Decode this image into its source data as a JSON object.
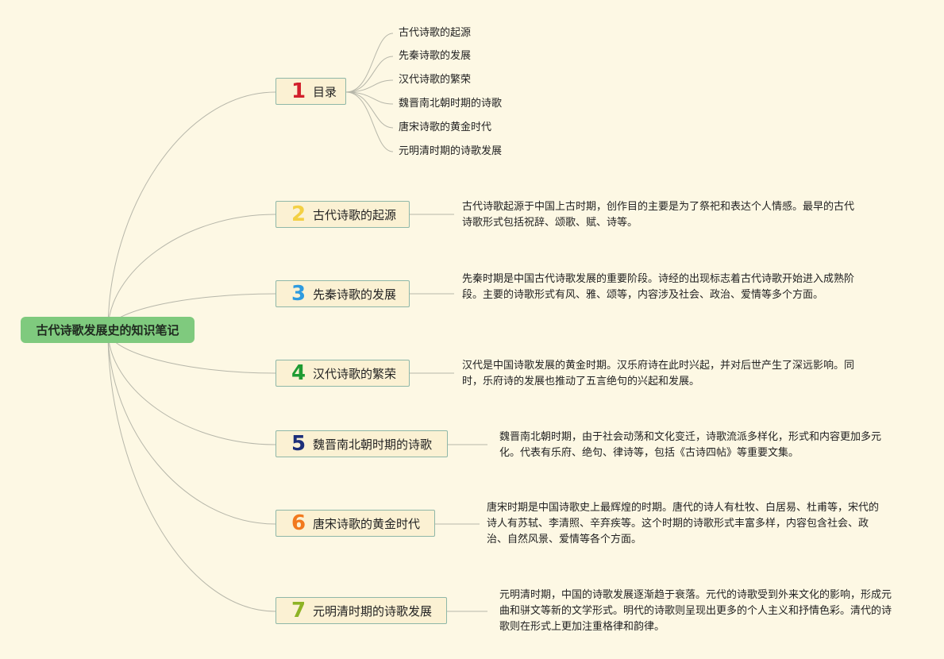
{
  "root": {
    "title": "古代诗歌发展史的知识笔记"
  },
  "colors": {
    "root_bg": "#7fca7e",
    "branch_bg": "#fbf1d3",
    "line": "#b7b7aa",
    "numbers": [
      "#d2202c",
      "#f3d044",
      "#2e9be0",
      "#1f9b33",
      "#1d2f7a",
      "#f2791e",
      "#8db325"
    ]
  },
  "branches": [
    {
      "num": "1",
      "label": "目录",
      "desc": ""
    },
    {
      "num": "2",
      "label": "古代诗歌的起源",
      "desc": "古代诗歌起源于中国上古时期，创作目的主要是为了祭祀和表达个人情感。最早的古代诗歌形式包括祝辞、颂歌、赋、诗等。"
    },
    {
      "num": "3",
      "label": "先秦诗歌的发展",
      "desc": "先秦时期是中国古代诗歌发展的重要阶段。诗经的出现标志着古代诗歌开始进入成熟阶段。主要的诗歌形式有风、雅、颂等，内容涉及社会、政治、爱情等多个方面。"
    },
    {
      "num": "4",
      "label": "汉代诗歌的繁荣",
      "desc": "汉代是中国诗歌发展的黄金时期。汉乐府诗在此时兴起，并对后世产生了深远影响。同时，乐府诗的发展也推动了五言绝句的兴起和发展。"
    },
    {
      "num": "5",
      "label": "魏晋南北朝时期的诗歌",
      "desc": "魏晋南北朝时期，由于社会动荡和文化变迁，诗歌流派多样化，形式和内容更加多元化。代表有乐府、绝句、律诗等，包括《古诗四帖》等重要文集。"
    },
    {
      "num": "6",
      "label": "唐宋诗歌的黄金时代",
      "desc": "唐宋时期是中国诗歌史上最辉煌的时期。唐代的诗人有杜牧、白居易、杜甫等，宋代的诗人有苏轼、李清照、辛弃疾等。这个时期的诗歌形式丰富多样，内容包含社会、政治、自然风景、爱情等各个方面。"
    },
    {
      "num": "7",
      "label": "元明清时期的诗歌发展",
      "desc": "元明清时期，中国的诗歌发展逐渐趋于衰落。元代的诗歌受到外来文化的影响，形成元曲和骈文等新的文学形式。明代的诗歌则呈现出更多的个人主义和抒情色彩。清代的诗歌则在形式上更加注重格律和韵律。"
    }
  ],
  "toc": [
    "古代诗歌的起源",
    "先秦诗歌的发展",
    "汉代诗歌的繁荣",
    "魏晋南北朝时期的诗歌",
    "唐宋诗歌的黄金时代",
    "元明清时期的诗歌发展"
  ]
}
